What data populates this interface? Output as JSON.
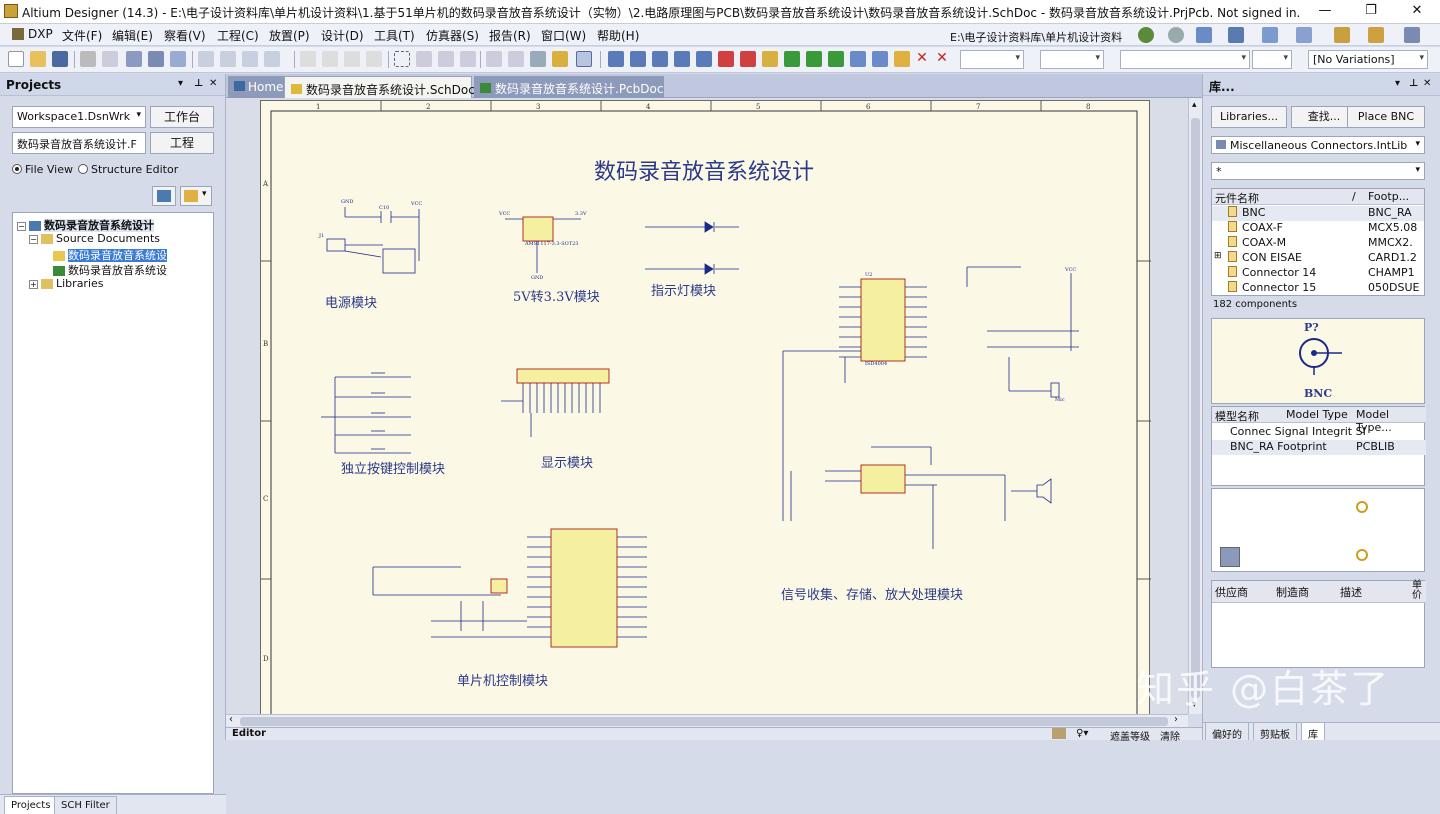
{
  "window": {
    "title": "Altium Designer (14.3) - E:\\电子设计资料库\\单片机设计资料\\1.基于51单片机的数码录音放音系统设计（实物）\\2.电路原理图与PCB\\数码录音放音系统设计\\数码录音放音系统设计.SchDoc - 数码录音放音系统设计.PrjPcb. Not signed in.",
    "minimize": "—",
    "restore": "❐",
    "close": "✕"
  },
  "menu": [
    "DXP",
    "文件(F)",
    "编辑(E)",
    "察看(V)",
    "工程(C)",
    "放置(P)",
    "设计(D)",
    "工具(T)",
    "仿真器(S)",
    "报告(R)",
    "窗口(W)",
    "帮助(H)"
  ],
  "toolbar": {
    "path": "E:\\电子设计资料库\\单片机设计资料",
    "variations": "[No Variations]"
  },
  "projects": {
    "title": "Projects",
    "workspace": "Workspace1.DsnWrk",
    "workspace_btn": "工作台",
    "project": "数码录音放音系统设计.F",
    "project_btn": "工程",
    "radio_file": "File View",
    "radio_struct": "Structure Editor",
    "tree": {
      "root": "数码录音放音系统设计",
      "source": "Source Documents",
      "sch": "数码录音放音系统设",
      "pcb": "数码录音放音系统设",
      "libraries": "Libraries"
    },
    "tabs": [
      "Projects",
      "SCH Filter"
    ]
  },
  "doctabs": [
    "Home",
    "数码录音放音系统设计.SchDoc",
    "数码录音放音系统设计.PcbDoc"
  ],
  "schematic": {
    "title": "数码录音放音系统设计",
    "blocks": {
      "power": "电源模块",
      "ldo": "5V转3.3V模块",
      "led": "指示灯模块",
      "keys": "独立按键控制模块",
      "display": "显示模块",
      "signal": "信号收集、存储、放大处理模块",
      "mcu": "单片机控制模块"
    },
    "col_marks": [
      "1",
      "2",
      "3",
      "4",
      "5",
      "6",
      "7",
      "8"
    ],
    "row_marks": [
      "A",
      "B",
      "C",
      "D"
    ]
  },
  "statusbar": {
    "editor": "Editor",
    "mask": "遮盖等级",
    "clear": "清除"
  },
  "library": {
    "title": "库...",
    "btn_libraries": "Libraries...",
    "btn_search": "查找...",
    "btn_place": "Place BNC",
    "lib_name": "Miscellaneous Connectors.IntLib",
    "filter": "*",
    "col_name": "元件名称",
    "col_fp": "Footp...",
    "components": [
      {
        "name": "BNC",
        "fp": "BNC_RA"
      },
      {
        "name": "COAX-F",
        "fp": "MCX5.08"
      },
      {
        "name": "COAX-M",
        "fp": "MMCX2."
      },
      {
        "name": "CON EISAE",
        "fp": "CARD1.2"
      },
      {
        "name": "Connector 14",
        "fp": "CHAMP1"
      },
      {
        "name": "Connector 15",
        "fp": "050DSUE"
      }
    ],
    "count": "182 components",
    "preview_designator": "P?",
    "preview_name": "BNC",
    "model_cols": [
      "模型名称",
      "Model Type",
      "Model Type..."
    ],
    "models": [
      {
        "name": "Connec Signal Integrit SI",
        "type": ""
      },
      {
        "name": "BNC_RA Footprint",
        "type": "PCBLIB"
      }
    ],
    "supplier_cols": [
      "供应商",
      "制造商",
      "描述",
      "单价"
    ],
    "tabs": [
      "偏好的",
      "剪贴板",
      "库"
    ]
  },
  "watermark": "知乎 @白茶了"
}
